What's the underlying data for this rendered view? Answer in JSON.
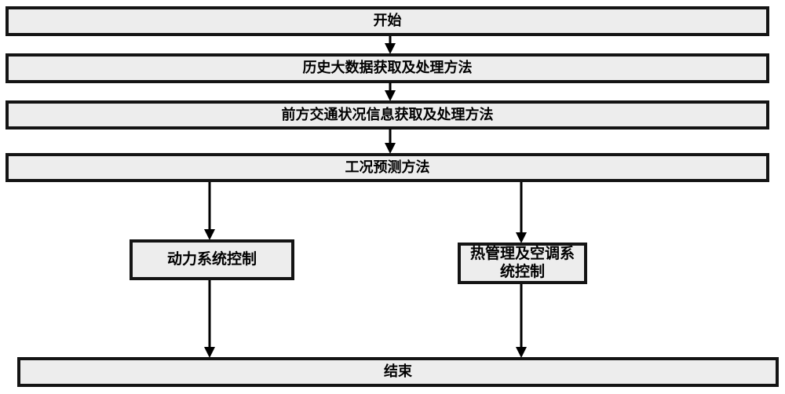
{
  "diagram": {
    "type": "flowchart",
    "direction": "top-down",
    "colors": {
      "background": "#ffffff",
      "box_fill": "#ededed",
      "box_border": "#141414",
      "arrow": "#000000",
      "text": "#000000"
    },
    "nodes": {
      "start": {
        "label": "开始"
      },
      "step1": {
        "label": "历史大数据获取及处理方法"
      },
      "step2": {
        "label": "前方交通状况信息获取及处理方法"
      },
      "step3": {
        "label": "工况预测方法"
      },
      "branch_left": {
        "label": "动力系统控制"
      },
      "branch_right": {
        "label": "热管理及空调系统控制"
      },
      "end": {
        "label": "结束"
      }
    },
    "edges": [
      {
        "from": "start",
        "to": "step1"
      },
      {
        "from": "step1",
        "to": "step2"
      },
      {
        "from": "step2",
        "to": "step3"
      },
      {
        "from": "step3",
        "to": "branch_left"
      },
      {
        "from": "step3",
        "to": "branch_right"
      },
      {
        "from": "branch_left",
        "to": "end"
      },
      {
        "from": "branch_right",
        "to": "end"
      }
    ]
  }
}
